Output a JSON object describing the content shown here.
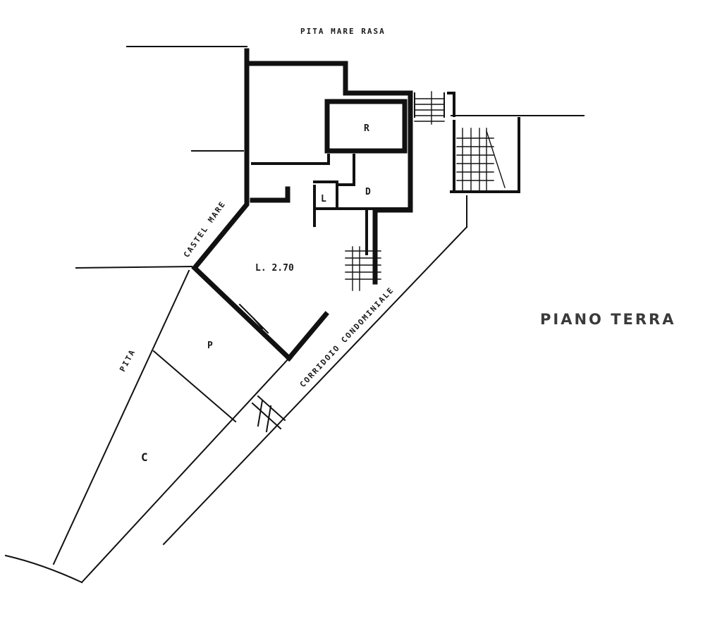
{
  "plan": {
    "floor_title": "PIANO TERRA",
    "streets": {
      "top": "PITA MARE RASA",
      "left_diagonal": "CASTEL MARE",
      "lower_left": "PITA",
      "corridor": "CORRIDOIO CONDOMINIALE"
    },
    "rooms": {
      "living": "L. 2.70",
      "r": "R",
      "d": "D",
      "l_small": "L",
      "p": "P",
      "c": "C"
    }
  }
}
